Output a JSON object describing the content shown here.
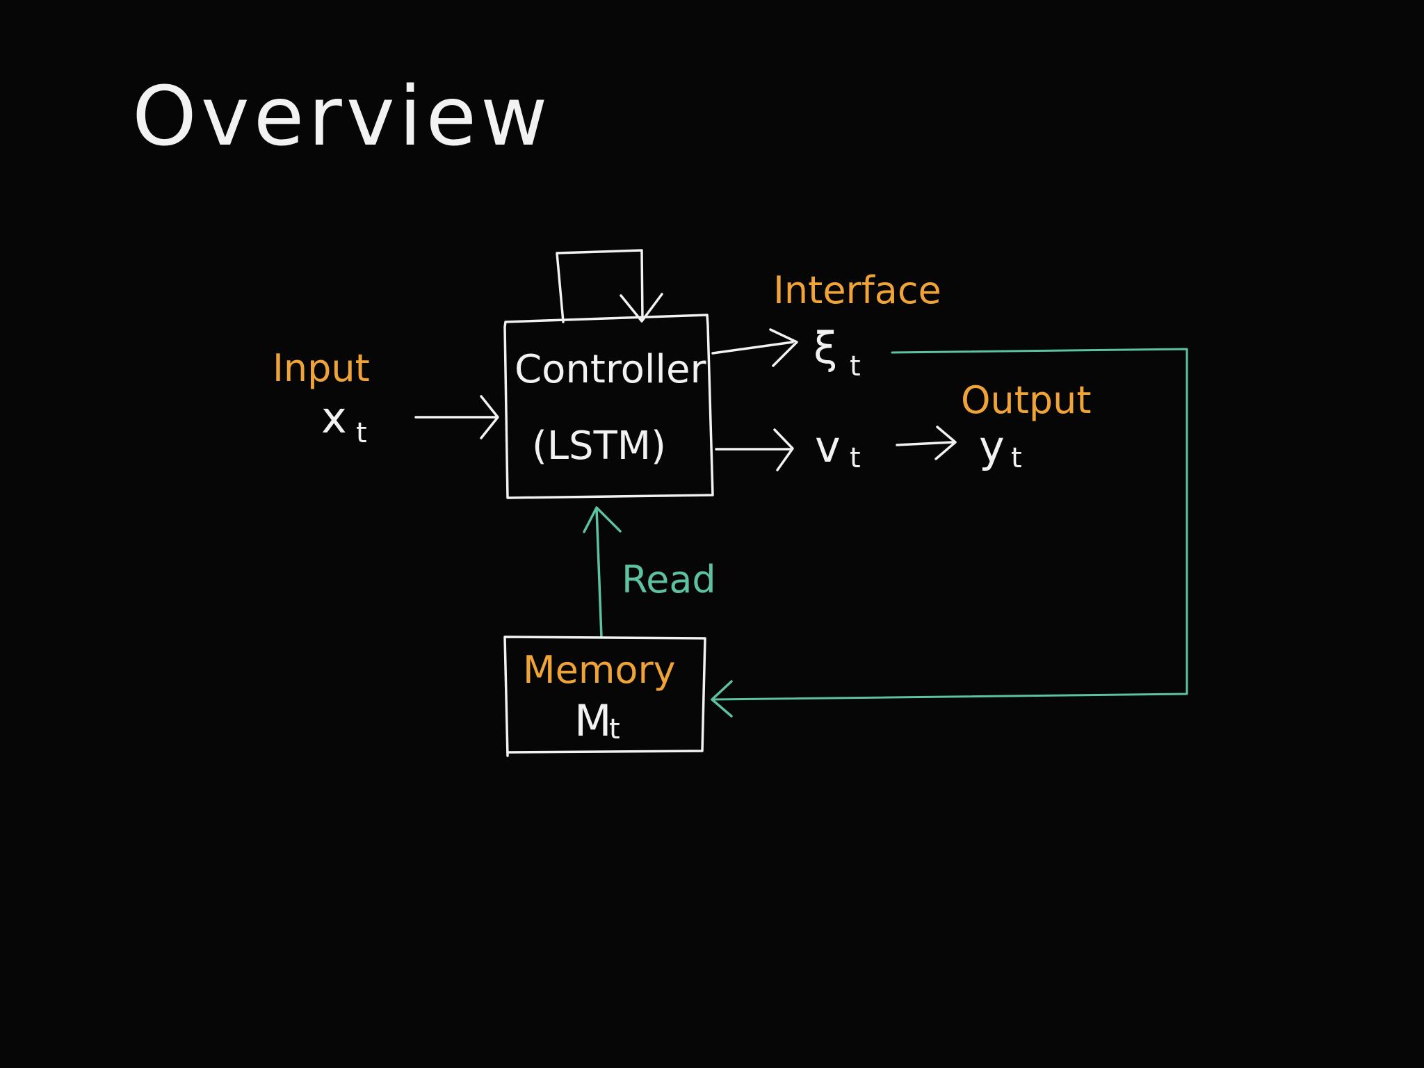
{
  "title": "Overview",
  "colors": {
    "background": "#060606",
    "ink": "#f2f2f2",
    "orange": "#f0a437",
    "teal": "#5ec2a2"
  },
  "input": {
    "label": "Input",
    "symbol": "x",
    "subscript": "t"
  },
  "controller": {
    "line1": "Controller",
    "line2": "(LSTM)"
  },
  "interface": {
    "label": "Interface",
    "symbol": "ξ",
    "subscript": "t"
  },
  "intermediate": {
    "symbol": "v",
    "subscript": "t"
  },
  "output": {
    "label": "Output",
    "symbol": "y",
    "subscript": "t"
  },
  "read": {
    "label": "Read"
  },
  "memory": {
    "label": "Memory",
    "symbol": "M",
    "subscript": "t"
  }
}
